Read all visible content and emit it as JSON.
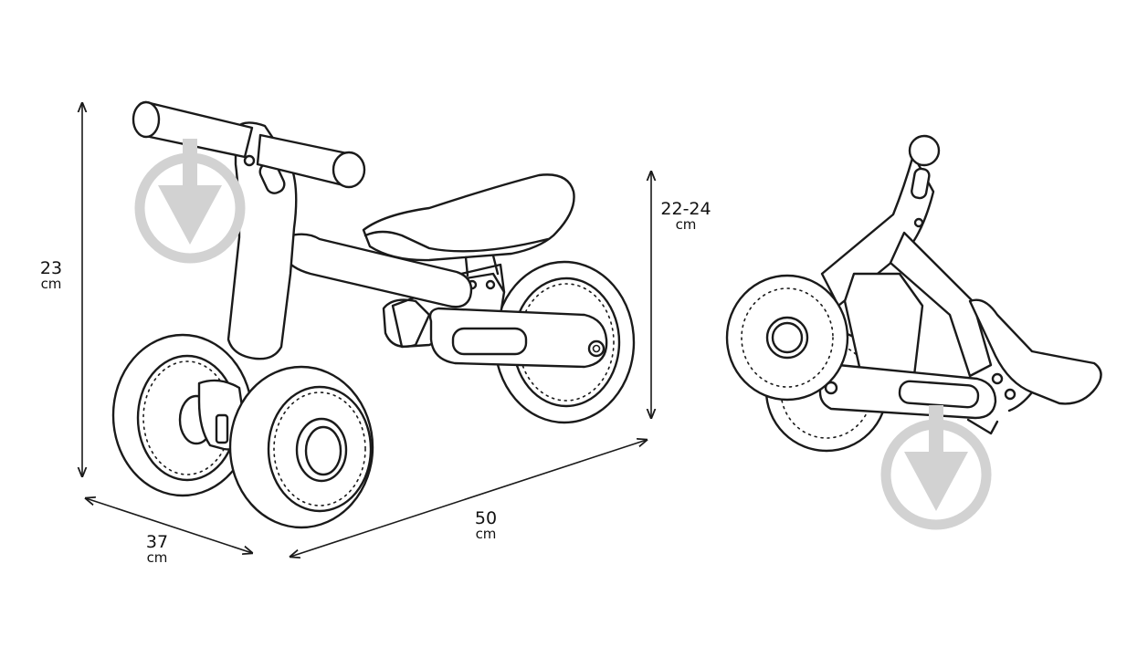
{
  "dimensions": {
    "height": {
      "value": "23",
      "unit": "cm"
    },
    "width": {
      "value": "37",
      "unit": "cm"
    },
    "length": {
      "value": "50",
      "unit": "cm"
    },
    "seat_height": {
      "value": "22-24",
      "unit": "cm"
    }
  },
  "icons": {
    "watermark": "download-arrow-icon"
  },
  "colors": {
    "line": "#1a1a1a",
    "watermark": "#d2d2d2",
    "background": "#ffffff"
  }
}
